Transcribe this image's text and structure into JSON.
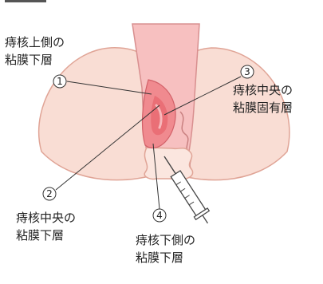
{
  "labels": {
    "upper_submucosa": [
      "痔核上側の",
      "粘膜下層"
    ],
    "center_submucosa": [
      "痔核中央の",
      "粘膜下層"
    ],
    "center_lamina_propria": [
      "痔核中央の",
      "粘膜固有層"
    ],
    "lower_submucosa": [
      "痔核下側の",
      "粘膜下層"
    ]
  },
  "markers": {
    "m1": "1",
    "m2": "2",
    "m3": "3",
    "m4": "4"
  },
  "colors": {
    "skin": "#f9ddd4",
    "skin_edge": "#e0a496",
    "canal": "#f7c0c0",
    "hemorrhoid": "#f08a8f",
    "hemorrhoid_core": "#ea6f76",
    "line": "#333333"
  }
}
